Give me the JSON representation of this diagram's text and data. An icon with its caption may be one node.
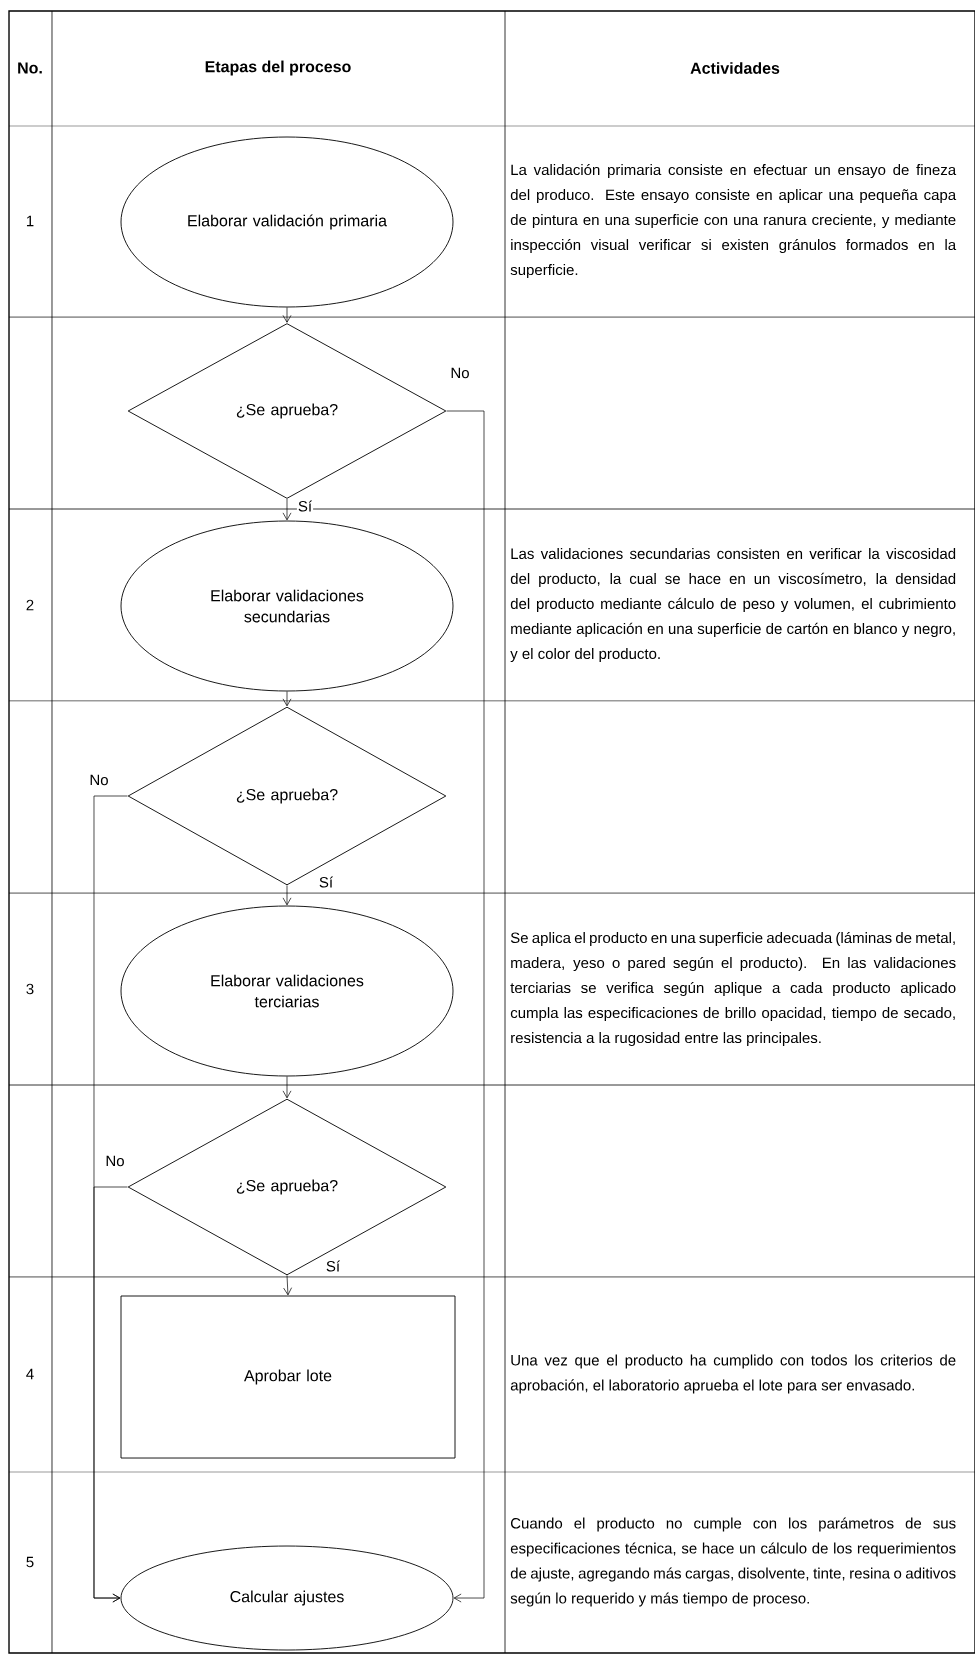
{
  "diagram": {
    "nodes": [
      {
        "text": [
          "Elaborar validación primaria"
        ]
      },
      {
        "text": [
          "¿Se aprueba?"
        ]
      },
      {
        "text": [
          "Elaborar validaciones secundarias"
        ]
      },
      {
        "text": [
          "¿Se aprueba?"
        ]
      },
      {
        "text": [
          "Elaborar validaciones terciarias"
        ]
      },
      {
        "text": [
          "¿Se aprueba?"
        ]
      },
      {
        "text": [
          "Aprobar lote"
        ]
      },
      {
        "text": [
          "Calcular ajustes"
        ]
      }
    ],
    "edges": [
      {
        "from": 0,
        "to": 1,
        "arrow": "to"
      },
      {
        "from": 1,
        "to": 2,
        "arrow": "to",
        "label": "Sí"
      },
      {
        "from": 1,
        "to": 7,
        "arrow": "to",
        "label": "No"
      },
      {
        "from": 2,
        "to": 3,
        "arrow": "to"
      },
      {
        "from": 3,
        "to": 4,
        "arrow": "to",
        "label": "Sí"
      },
      {
        "from": 3,
        "to": 7,
        "arrow": "to",
        "label": "No"
      },
      {
        "from": 4,
        "to": 5,
        "arrow": "to"
      },
      {
        "from": 5,
        "to": 6,
        "arrow": "to",
        "label": "Sí"
      },
      {
        "from": 5,
        "to": 7,
        "arrow": "to",
        "label": "No"
      }
    ],
    "labels": [
      "No.",
      "Etapas del proceso",
      "Actividades",
      "1",
      "La validación primaria consiste en efectuar un ensayo de fineza del produco. Este ensayo consiste en aplicar una pequeña capa de pintura en una superficie con una ranura creciente, y mediante inspección visual verificar si existen gránulos formados en la superficie.",
      "2",
      "Las validaciones secundarias consisten en verificar la viscosidad del producto, la cual se hace en un viscosímetro, la densidad del producto mediante cálculo de peso y volumen, el cubrimiento mediante aplicación en una superficie de cartón en blanco y negro, y el color del producto.",
      "3",
      "Se aplica el producto en una superficie adecuada (láminas de metal, madera, yeso o pared según el producto). En las validaciones terciarias se verifica según aplique a cada producto aplicado cumpla las especificaciones de brillo opacidad, tiempo de secado, resistencia a la rugosidad entre las principales.",
      "4",
      "Una vez que el producto ha cumplido con todos los criterios de aprobación, el laboratorio aprueba el lote para ser envasado.",
      "5",
      "Cuando el producto no cumple con los parámetros de sus especificaciones técnica, se hace un cálculo de los requerimientos de ajuste, agregando más cargas, disolvente, tinte, resina o aditivos según lo requerido y más tiempo de proceso."
    ]
  }
}
